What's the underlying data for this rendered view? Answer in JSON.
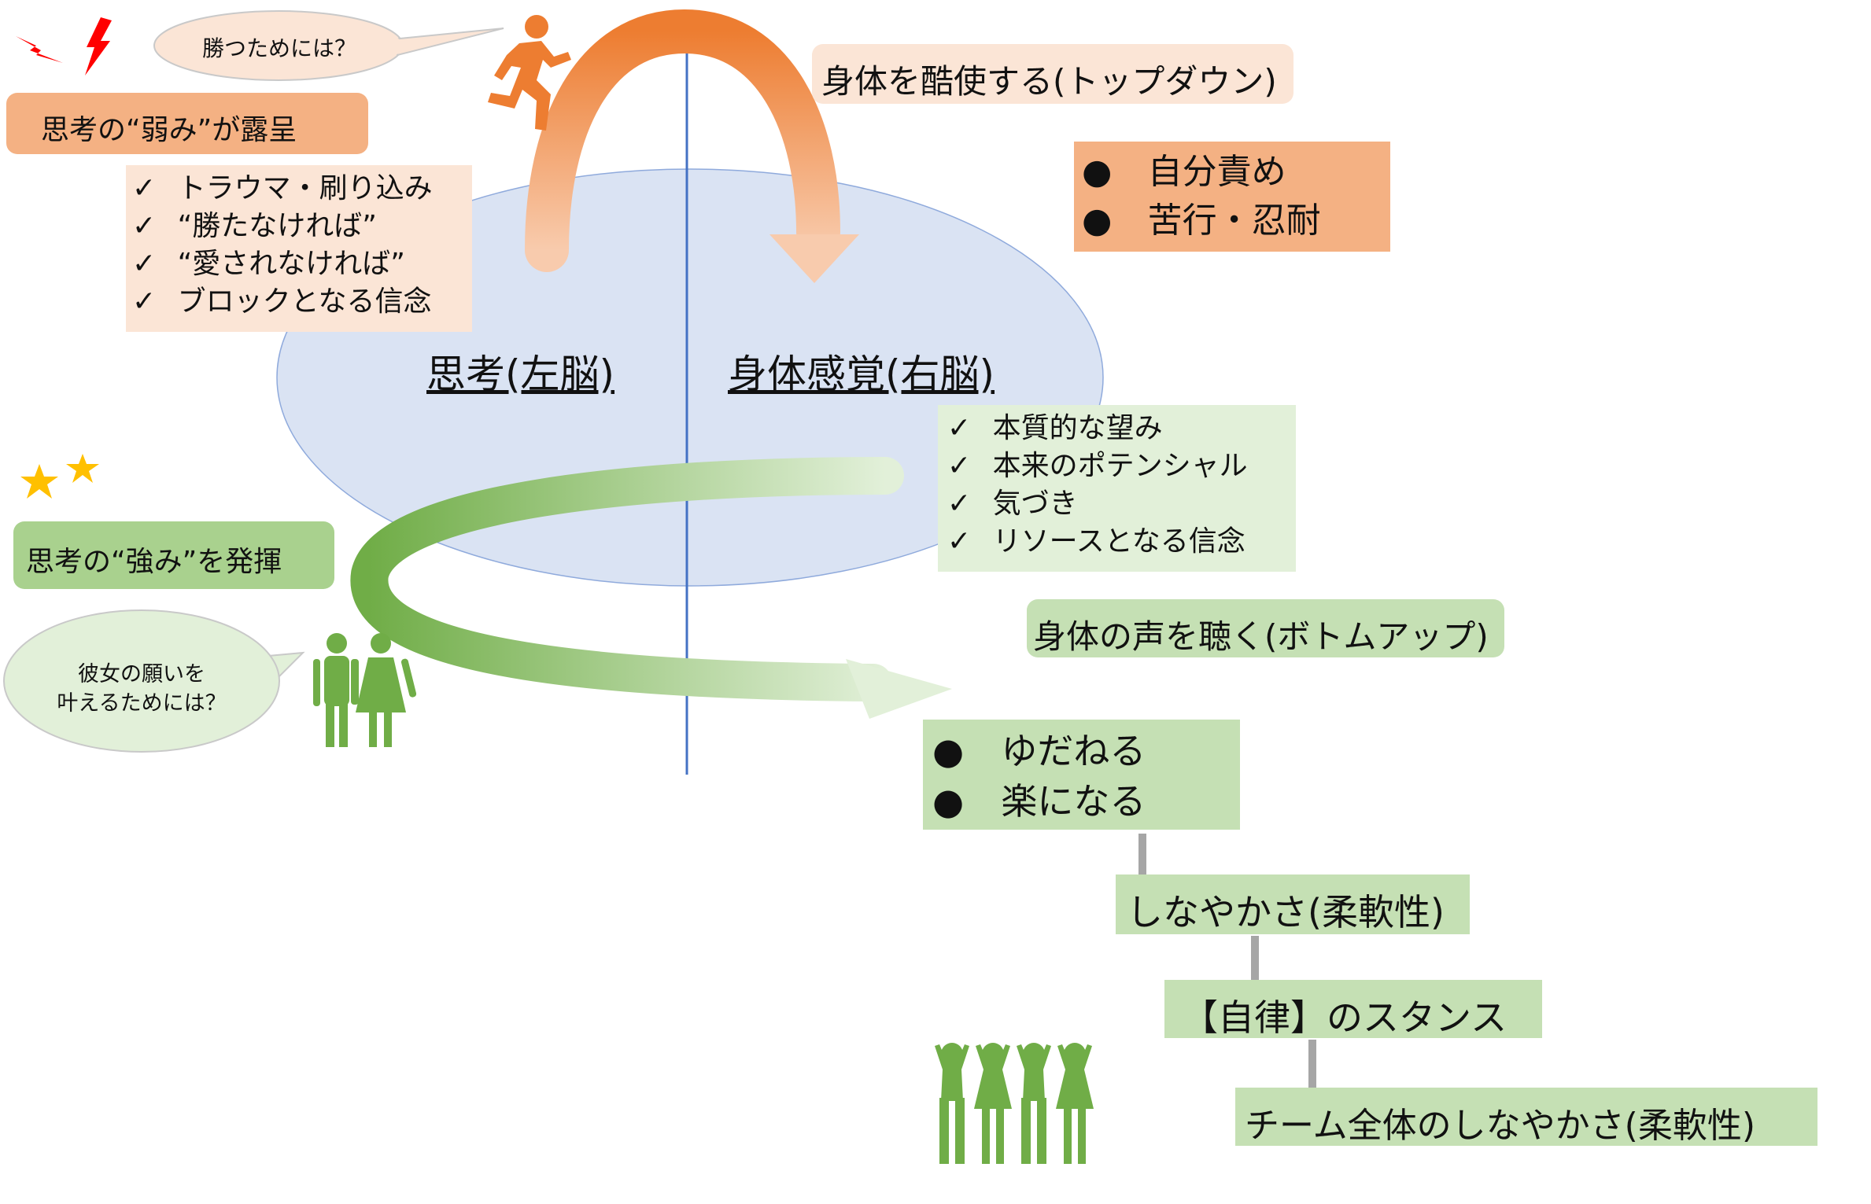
{
  "colors": {
    "orange": "#ed7d31",
    "orange_box": "#f4b183",
    "orange_light": "#fbe5d6",
    "green": "#70ad47",
    "green_box": "#c5e0b4",
    "green_light": "#e2f0d9",
    "ellipse_fill": "#dae3f3",
    "divider": "#4472c4",
    "spark_red": "#ff0000",
    "spark_yellow": "#ffc000"
  },
  "top": {
    "bubble": "勝つためには？",
    "weakness_label": "思考の“弱み”が露呈",
    "beliefs": [
      "トラウマ・刷り込み",
      "“勝たなければ”",
      "“愛されなければ”",
      "ブロックとなる信念"
    ],
    "topdown_label": "身体を酷使する(トップダウン)",
    "effects": [
      "自分責め",
      "苦行・忍耐"
    ]
  },
  "center": {
    "left_brain": "思考(左脳)",
    "right_brain": "身体感覚(右脳)"
  },
  "bottom": {
    "strength_label": "思考の“強み”を発揮",
    "bubble_line1": "彼女の願いを",
    "bubble_line2": "叶えるためには？",
    "resources": [
      "本質的な望み",
      "本来のポテンシャル",
      "気づき",
      "リソースとなる信念"
    ],
    "bottomup_label": "身体の声を聴く(ボトムアップ)",
    "effects": [
      "ゆだねる",
      "楽になる"
    ],
    "chain": [
      "しなやかさ(柔軟性)",
      "【自律】のスタンス",
      "チーム全体のしなやかさ(柔軟性)"
    ]
  },
  "icons": [
    "lightning-icon",
    "runner-icon",
    "sparkle-icon",
    "couple-icon",
    "team-icon",
    "check-icon",
    "bullet-icon"
  ]
}
